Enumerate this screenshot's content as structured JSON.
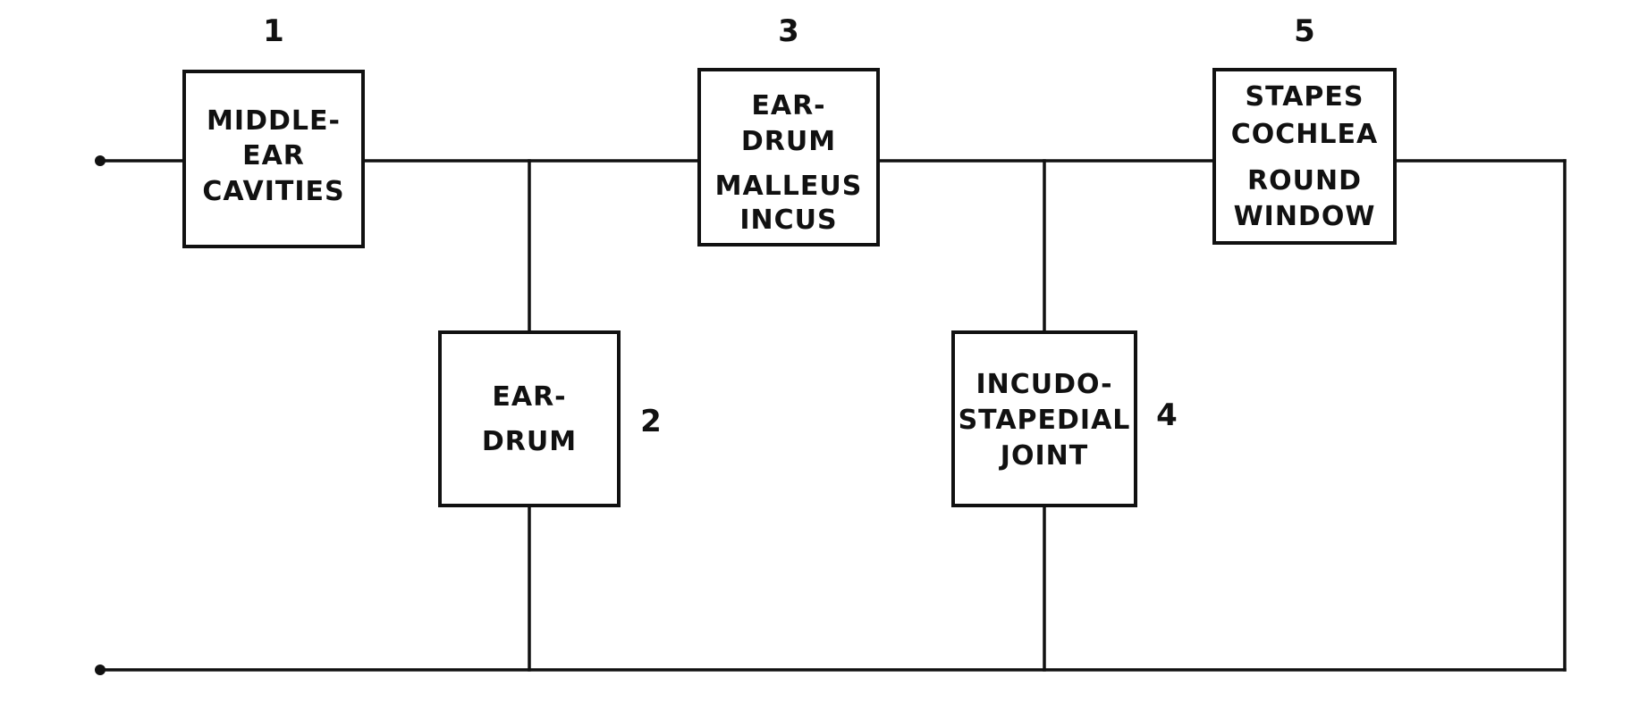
{
  "diagram": {
    "blocks": [
      {
        "id": "1",
        "number": "1",
        "lines": [
          "MIDDLE-",
          "EAR",
          "CAVITIES"
        ]
      },
      {
        "id": "2",
        "number": "2",
        "lines": [
          "EAR-",
          "DRUM"
        ]
      },
      {
        "id": "3",
        "number": "3",
        "lines": [
          "EAR-",
          "DRUM",
          "MALLEUS",
          "INCUS"
        ]
      },
      {
        "id": "4",
        "number": "4",
        "lines": [
          "INCUDO-",
          "STAPEDIAL",
          "JOINT"
        ]
      },
      {
        "id": "5",
        "number": "5",
        "lines": [
          "STAPES",
          "COCHLEA",
          "ROUND",
          "WINDOW"
        ]
      }
    ],
    "colors": {
      "ink": "#111111",
      "background": "#ffffff"
    }
  }
}
